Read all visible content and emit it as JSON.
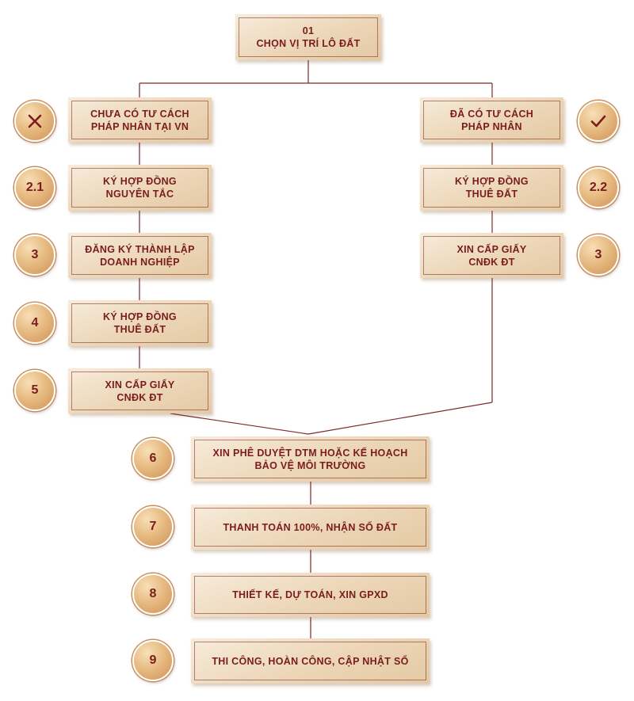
{
  "step_01": {
    "line1": "01",
    "line2": "CHỌN VỊ TRÍ LÔ ĐẤT"
  },
  "left_branch": {
    "head": "CHƯA CÓ TƯ CÁCH\nPHÁP NHÂN TẠI VN",
    "steps": [
      {
        "badge": "2.1",
        "label": "KÝ HỢP ĐỒNG\nNGUYÊN TẮC"
      },
      {
        "badge": "3",
        "label": "ĐĂNG KÝ THÀNH LẬP\nDOANH NGHIỆP"
      },
      {
        "badge": "4",
        "label": "KÝ HỢP ĐỒNG\nTHUÊ ĐẤT"
      },
      {
        "badge": "5",
        "label": "XIN CẤP GIẤY\nCNĐK ĐT"
      }
    ]
  },
  "right_branch": {
    "head": "ĐÃ CÓ TƯ CÁCH\nPHÁP NHÂN",
    "steps": [
      {
        "badge": "2.2",
        "label": "KÝ HỢP ĐỒNG\nTHUÊ ĐẤT"
      },
      {
        "badge": "3",
        "label": "XIN CẤP GIẤY\nCNĐK ĐT"
      }
    ]
  },
  "final_steps": [
    {
      "badge": "6",
      "label": "XIN PHÊ DUYỆT DTM HOẶC KẾ HOẠCH\nBẢO VỆ MÔI TRƯỜNG"
    },
    {
      "badge": "7",
      "label": "THANH TOÁN 100%, NHẬN SỔ ĐẤT"
    },
    {
      "badge": "8",
      "label": "THIẾT KẾ, DỰ TOÁN, XIN GPXD"
    },
    {
      "badge": "9",
      "label": "THI CÔNG, HOÀN CÔNG, CẬP NHẬT SỔ"
    }
  ],
  "icons": {
    "no_entity": "x-icon",
    "has_entity": "check-icon"
  },
  "colors": {
    "text": "#7a1c1c",
    "line": "#7a2a2a",
    "box": "#ecd6b7",
    "badge": "#e7bb82"
  }
}
